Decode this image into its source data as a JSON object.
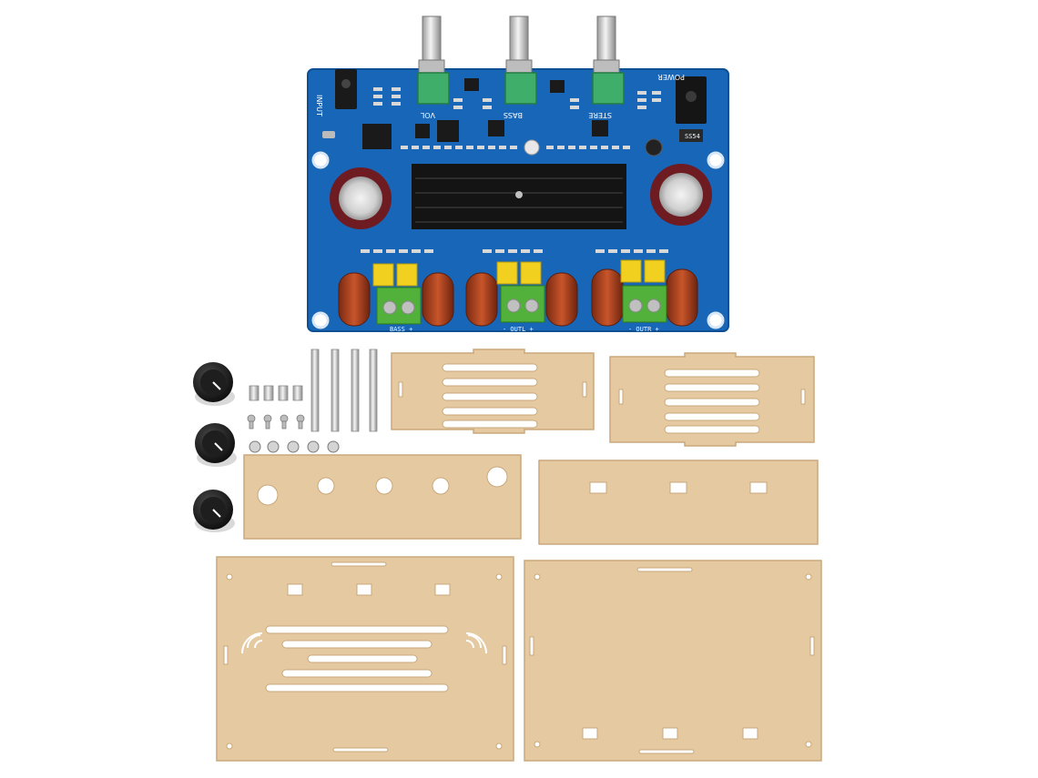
{
  "photo": {
    "background": "#ffffff",
    "board_color": "#1766b8",
    "acrylic_color": "#e5c9a1",
    "knob_color": "#111111"
  },
  "board": {
    "labels": {
      "input": "INPUT",
      "vol": "VOL",
      "bass": "BASS",
      "stere": "STERE",
      "power": "POWER",
      "bass_out": "BASS +",
      "outl": "- OUTL +",
      "outr": "- OUTR +",
      "diode": "SS54"
    }
  }
}
